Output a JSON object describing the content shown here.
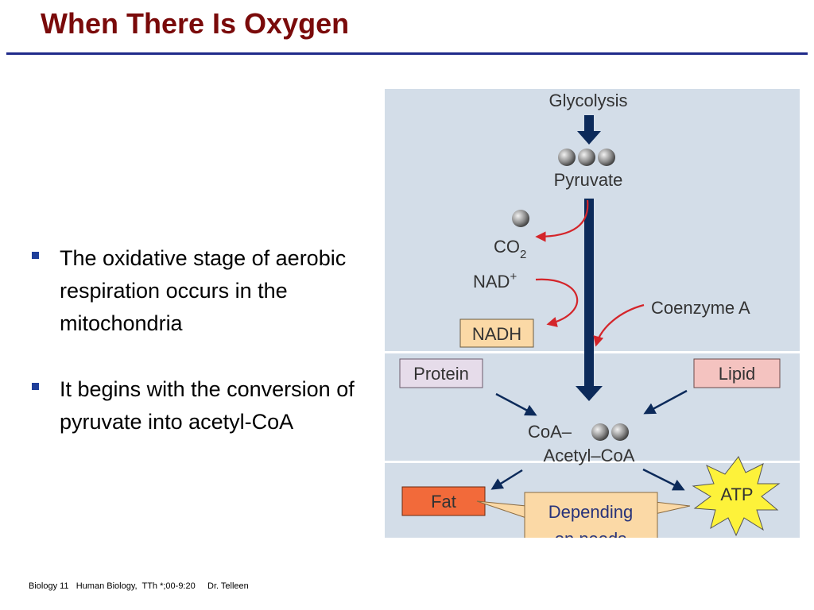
{
  "slide": {
    "title": "When There Is Oxygen",
    "bullets": [
      "The oxidative stage of aerobic respiration occurs in the mitochondria",
      "It begins with the conversion of pyruvate into acetyl-CoA"
    ],
    "footer": "Biology 11   Human Biology,  TTh *;00-9:20     Dr. Telleen"
  },
  "diagram": {
    "glycolysis": "Glycolysis",
    "pyruvate": "Pyruvate",
    "co2": "CO",
    "co2_sub": "2",
    "nad": "NAD",
    "nad_sup": "+",
    "coenzyme_a": "Coenzyme A",
    "nadh": "NADH",
    "protein": "Protein",
    "lipid": "Lipid",
    "coa_prefix": "CoA–",
    "acetyl_coa": "Acetyl–CoA",
    "fat": "Fat",
    "atp": "ATP",
    "depending_line1": "Depending",
    "depending_line2": "on needs"
  },
  "colors": {
    "title": "#7a0a0a",
    "rule": "#1f2a8a",
    "bullet": "#1f3f9a",
    "diagram_bg": "#d3dde8",
    "arrow_dark": "#0c2a5a",
    "arrow_red": "#d4252a",
    "nadh_box": "#fbd9a6",
    "protein_box": "#e6dcea",
    "lipid_box": "#f4c3c0",
    "fat_box": "#f26a3a",
    "atp_star": "#fdf23a",
    "callout_box": "#fbd9a6",
    "callout_text": "#27337a"
  }
}
